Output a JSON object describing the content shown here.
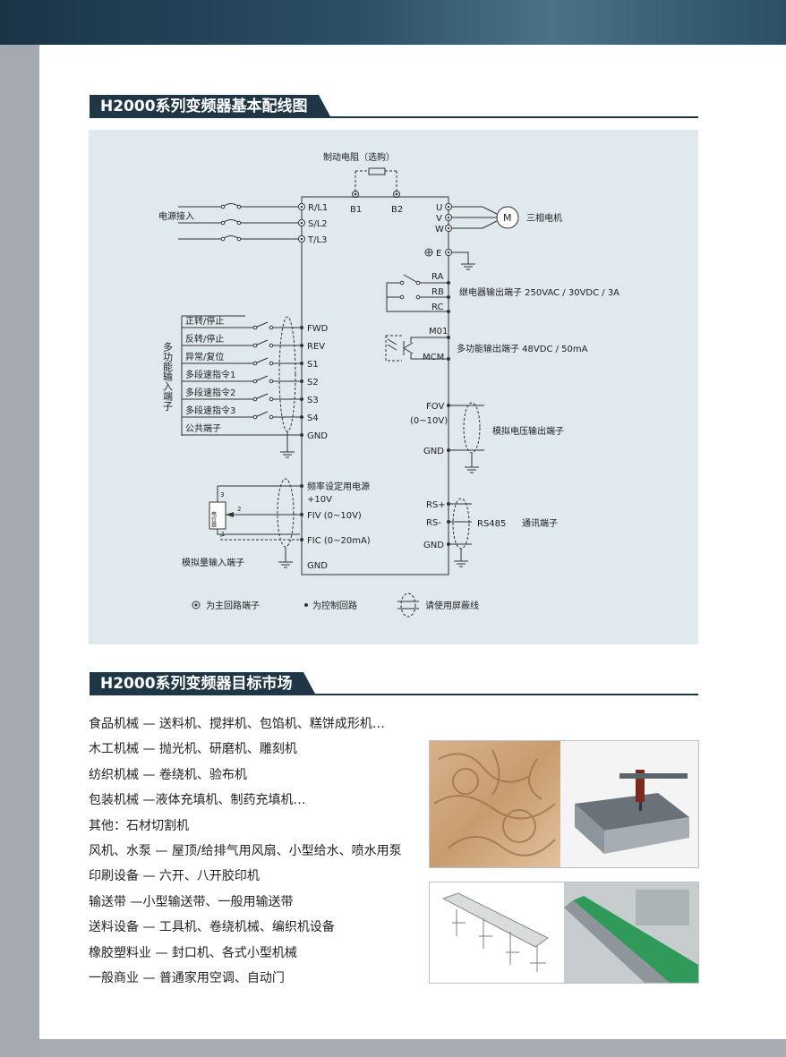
{
  "section1": {
    "title": "H2000系列变频器基本配线图"
  },
  "diagram": {
    "brake_resistor": "制动电阻（选购）",
    "power_input": "电源接入",
    "motor": "三相电机",
    "motor_symbol": "M",
    "main_terminals": {
      "r": "R/L1",
      "s": "S/L2",
      "t": "T/L3",
      "b1": "B1",
      "b2": "B2",
      "u": "U",
      "v": "V",
      "w": "W",
      "e": "E"
    },
    "relay": {
      "ra": "RA",
      "rb": "RB",
      "rc": "RC",
      "label": "继电器输出端子 250VAC / 30VDC / 3A"
    },
    "mf_output": {
      "m01": "M01",
      "mcm": "MCM",
      "label": "多功能输出端子 48VDC / 50mA"
    },
    "multi_input_label": "多功能输入端子",
    "inputs": [
      {
        "func": "正转/停止",
        "term": "FWD"
      },
      {
        "func": "反转/停止",
        "term": "REV"
      },
      {
        "func": "异常/复位",
        "term": "S1"
      },
      {
        "func": "多段速指令1",
        "term": "S2"
      },
      {
        "func": "多段速指令2",
        "term": "S3"
      },
      {
        "func": "多段速指令3",
        "term": "S4"
      },
      {
        "func": "公共端子",
        "term": "GND"
      }
    ],
    "analog_in": {
      "freq_supply": "频率设定用电源",
      "plus10v": "+10V",
      "fiv": "FIV (0~10V)",
      "fic": "FIC (0~20mA)",
      "gnd": "GND",
      "label": "模拟量输入端子",
      "pot_label": "电位器",
      "pin3": "3",
      "pin2": "2",
      "pin1": "1"
    },
    "analog_out": {
      "fov": "FOV",
      "range": "(0~10V)",
      "gnd": "GND",
      "label": "模拟电压输出端子"
    },
    "comm": {
      "rsp": "RS+",
      "rsm": "RS-",
      "gnd": "GND",
      "protocol": "RS485",
      "label": "通讯端子"
    },
    "legend": {
      "main": "为主回路端子",
      "control": "为控制回路",
      "shield": "请使用屏蔽线"
    }
  },
  "section2": {
    "title": "H2000系列变频器目标市场"
  },
  "market_lines": [
    "食品机械 — 送料机、搅拌机、包馅机、糕饼成形机…",
    "木工机械 — 抛光机、研磨机、雕刻机",
    "纺织机械 — 卷绕机、验布机",
    "包装机械 —液体充填机、制药充填机…",
    "其他：石材切割机",
    "风机、水泵 — 屋顶/给排气用风扇、小型给水、喷水用泵",
    "印刷设备 — 六开、八开胶印机",
    "输送带 —小型输送带、一般用输送带",
    "送料设备 — 工具机、卷绕机械、编织机设备",
    "橡胶塑料业 — 封口机、各式小型机械",
    "一般商业 — 普通家用空调、自动门"
  ]
}
